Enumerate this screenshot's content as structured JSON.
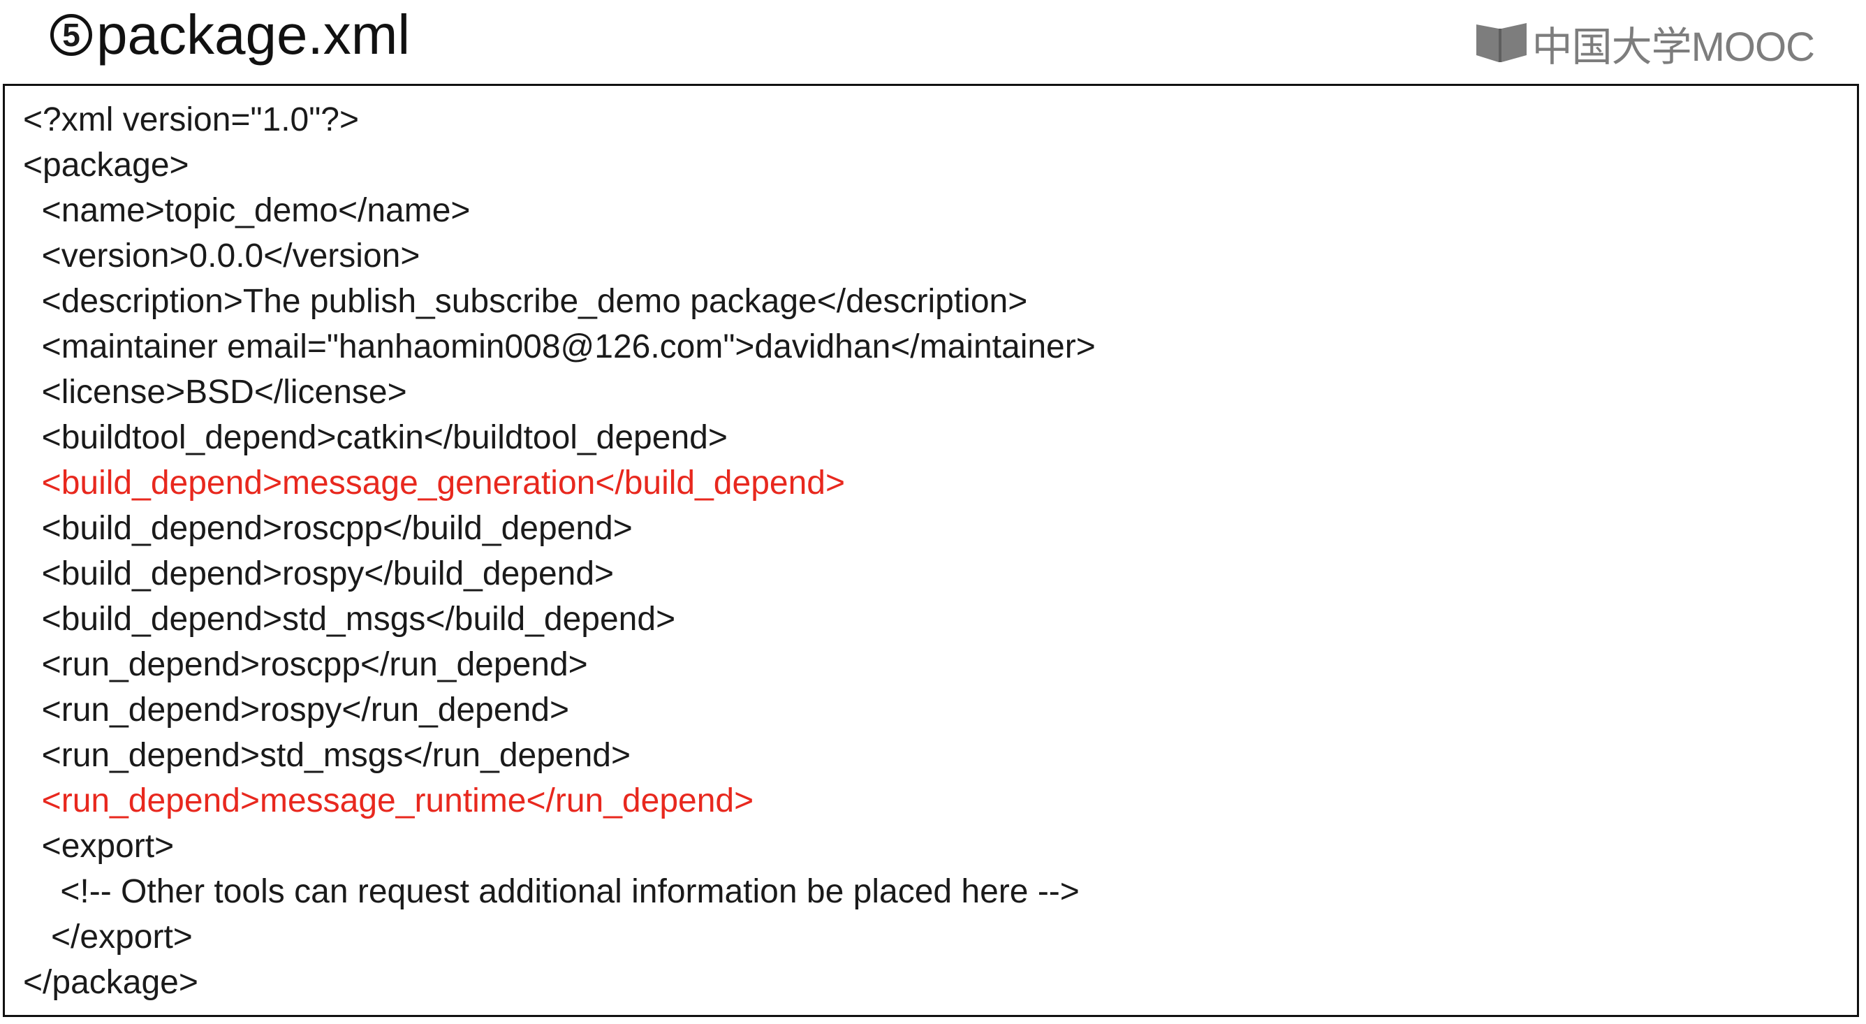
{
  "header": {
    "marker": "5",
    "title": "package.xml",
    "brand": "中国大学MOOC",
    "brand_icon": "open-book-icon",
    "brand_color": "#7d7d7d"
  },
  "code": {
    "highlight_color": "#e8281e",
    "lines": [
      {
        "text": "<?xml version=\"1.0\"?>",
        "highlight": false
      },
      {
        "text": "<package>",
        "highlight": false
      },
      {
        "text": "  <name>topic_demo</name>",
        "highlight": false
      },
      {
        "text": "  <version>0.0.0</version>",
        "highlight": false
      },
      {
        "text": "  <description>The publish_subscribe_demo package</description>",
        "highlight": false
      },
      {
        "text": "  <maintainer email=\"hanhaomin008@126.com\">davidhan</maintainer>",
        "highlight": false
      },
      {
        "text": "  <license>BSD</license>",
        "highlight": false
      },
      {
        "text": "  <buildtool_depend>catkin</buildtool_depend>",
        "highlight": false
      },
      {
        "text": "  <build_depend>message_generation</build_depend>",
        "highlight": true
      },
      {
        "text": "  <build_depend>roscpp</build_depend>",
        "highlight": false
      },
      {
        "text": "  <build_depend>rospy</build_depend>",
        "highlight": false
      },
      {
        "text": "  <build_depend>std_msgs</build_depend>",
        "highlight": false
      },
      {
        "text": "  <run_depend>roscpp</run_depend>",
        "highlight": false
      },
      {
        "text": "  <run_depend>rospy</run_depend>",
        "highlight": false
      },
      {
        "text": "  <run_depend>std_msgs</run_depend>",
        "highlight": false
      },
      {
        "text": "  <run_depend>message_runtime</run_depend>",
        "highlight": true
      },
      {
        "text": "  <export>",
        "highlight": false
      },
      {
        "text": "    <!-- Other tools can request additional information be placed here -->",
        "highlight": false
      },
      {
        "text": "   </export>",
        "highlight": false
      },
      {
        "text": "</package>",
        "highlight": false
      }
    ]
  }
}
